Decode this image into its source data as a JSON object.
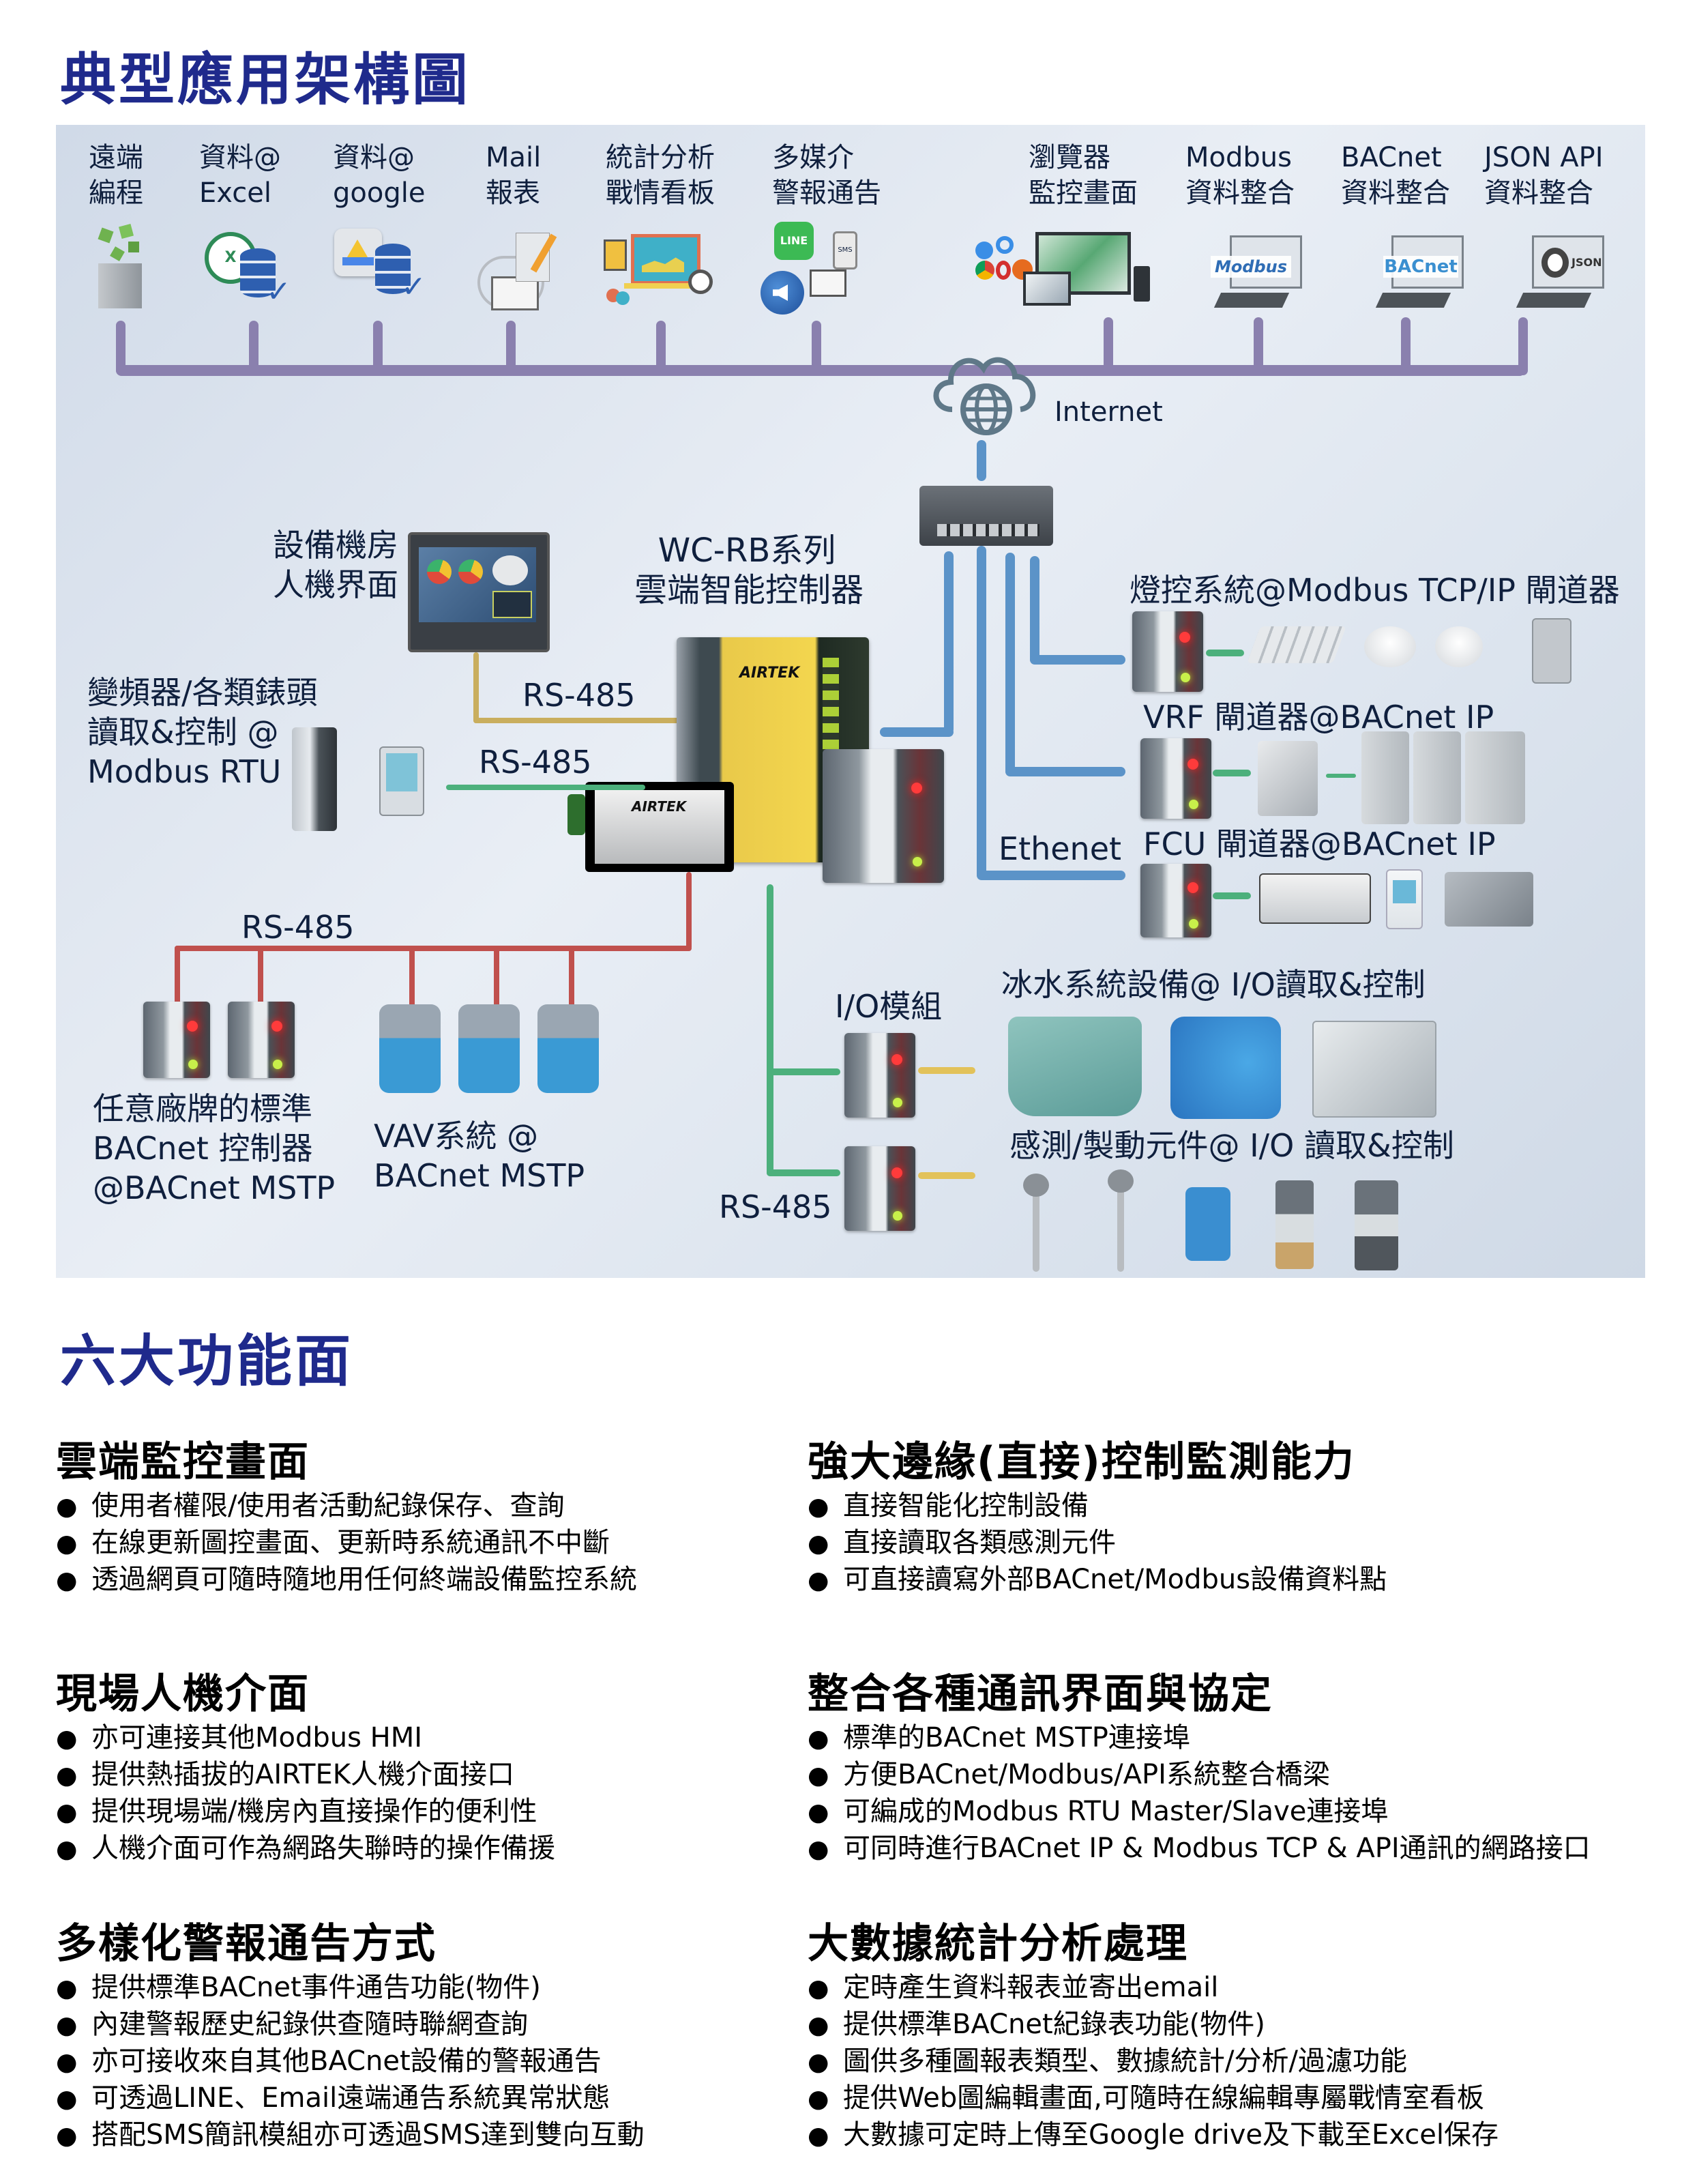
{
  "title_architecture": "典型應用架構圖",
  "title_features": "六大功能面",
  "top_items": [
    {
      "line1": "遠端",
      "line2": "編程",
      "icon": "remote-programming-icon"
    },
    {
      "line1": "資料@",
      "line2": "Excel",
      "icon": "excel-database-icon"
    },
    {
      "line1": "資料@",
      "line2": "google",
      "icon": "google-drive-database-icon"
    },
    {
      "line1": "Mail",
      "line2": "報表",
      "icon": "mail-report-icon"
    },
    {
      "line1": "統計分析",
      "line2": "戰情看板",
      "icon": "dashboard-analytics-icon"
    },
    {
      "line1": "多媒介",
      "line2": "警報通告",
      "icon": "multimedia-alert-icon"
    },
    {
      "line1": "瀏覽器",
      "line2": "監控畫面",
      "icon": "browser-monitor-icon"
    },
    {
      "line1": "Modbus",
      "line2": "資料整合",
      "icon": "modbus-workstation-icon"
    },
    {
      "line1": "BACnet",
      "line2": "資料整合",
      "icon": "bacnet-workstation-icon"
    },
    {
      "line1": "JSON API",
      "line2": "資料整合",
      "icon": "json-workstation-icon"
    }
  ],
  "logos": {
    "line": "LINE",
    "modbus": "Modbus",
    "bacnet": "BACnet",
    "json": "JSON",
    "sms": "SMS",
    "airtek": "AIRTEK"
  },
  "internet_label": "Internet",
  "ethernet_label": "Ethenet",
  "hmi": {
    "line1": "設備機房",
    "line2": "人機界面"
  },
  "controller": {
    "line1": "WC-RB系列",
    "line2": "雲端智能控制器"
  },
  "vfd": {
    "line1": "變頻器/各類錶頭",
    "line2": "讀取&控制 @",
    "line3": "Modbus RTU"
  },
  "rs485_labels": [
    "RS-485",
    "RS-485",
    "RS-485",
    "RS-485"
  ],
  "bacnet_ctrl": {
    "line1": "任意廠牌的標準",
    "line2": "BACnet 控制器",
    "line3": "@BACnet MSTP"
  },
  "vav": {
    "line1": "VAV系統 @",
    "line2": "BACnet MSTP"
  },
  "io_module_label": "I/O模組",
  "right_groups": [
    {
      "label": "燈控系統@Modbus TCP/IP 閘道器"
    },
    {
      "label": "VRF 閘道器@BACnet IP"
    },
    {
      "label": "FCU 閘道器@BACnet IP"
    },
    {
      "label": "冰水系統設備@ I/O讀取&控制"
    },
    {
      "label": "感測/製動元件@ I/O 讀取&控制"
    }
  ],
  "features": [
    {
      "title": "雲端監控畫面",
      "items": [
        "使用者權限/使用者活動紀錄保存、查詢",
        "在線更新圖控畫面、更新時系統通訊不中斷",
        "透過網頁可隨時隨地用任何終端設備監控系統"
      ]
    },
    {
      "title": "強大邊緣(直接)控制監測能力",
      "items": [
        "直接智能化控制設備",
        "直接讀取各類感測元件",
        "可直接讀寫外部BACnet/Modbus設備資料點"
      ]
    },
    {
      "title": "現場人機介面",
      "items": [
        "亦可連接其他Modbus HMI",
        "提供熱插拔的AIRTEK人機介面接口",
        "提供現場端/機房內直接操作的便利性",
        "人機介面可作為網路失聯時的操作備援"
      ]
    },
    {
      "title": "整合各種通訊界面與協定",
      "items": [
        "標準的BACnet MSTP連接埠",
        "方便BACnet/Modbus/API系統整合橋梁",
        "可編成的Modbus RTU Master/Slave連接埠",
        "可同時進行BACnet IP & Modbus TCP & API通訊的網路接口"
      ]
    },
    {
      "title": "多樣化警報通告方式",
      "items": [
        "提供標準BACnet事件通告功能(物件)",
        "內建警報歷史紀錄供查隨時聯網查詢",
        "亦可接收來自其他BACnet設備的警報通告",
        "可透過LINE、Email遠端通告系統異常狀態",
        "搭配SMS簡訊模組亦可透過SMS達到雙向互動"
      ]
    },
    {
      "title": "大數據統計分析處理",
      "items": [
        "定時產生資料報表並寄出email",
        "提供標準BACnet紀錄表功能(物件)",
        "圖供多種圖報表類型、數據統計/分析/過濾功能",
        "提供Web圖編輯畫面,可隨時在線編輯專屬戰情室看板",
        "大數據可定時上傳至Google drive及下載至Excel保存"
      ]
    }
  ],
  "colors": {
    "title": "#1f2a8c",
    "bus_purple": "#8a80ae",
    "ethernet_blue": "#5b93c8",
    "rs485_gold": "#c9ae5e",
    "rs485_green": "#4cb07c",
    "rs485_red": "#c0504d",
    "io_yellow": "#e2c25a",
    "panel_bg": "#dde5ef"
  }
}
